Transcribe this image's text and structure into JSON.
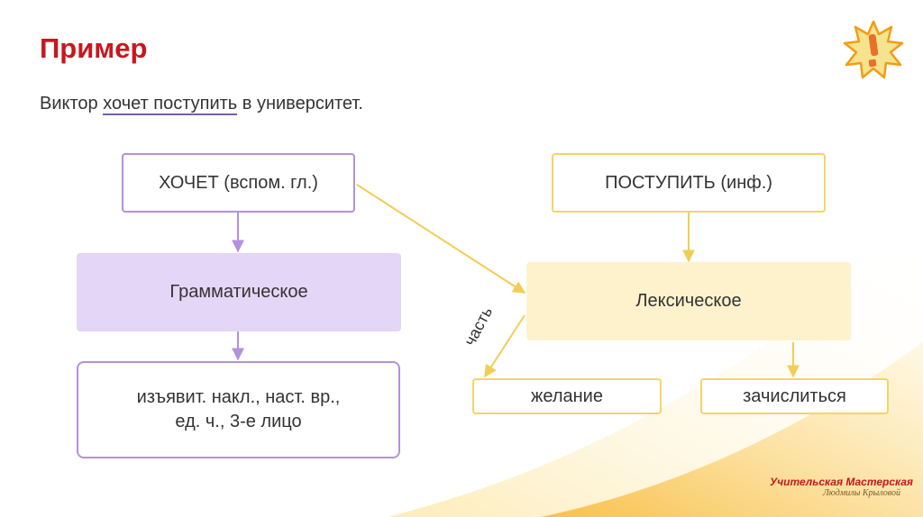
{
  "slide": {
    "title": "Пример",
    "sentence": {
      "part1": "Виктор ",
      "underlined": "хочет поступить",
      "part2": " в университет."
    }
  },
  "nodes": {
    "hochet": "ХОЧЕТ (вспом. гл.)",
    "postupit": "ПОСТУПИТЬ (инф.)",
    "grammatical": "Грамматическое",
    "lexical": "Лексическое",
    "features_line1": "изъявит. накл., наст. вр.,",
    "features_line2": "ед. ч., 3-е лицо",
    "zhelanie": "желание",
    "zachislitsya": "зачислиться"
  },
  "edge_label": "часть",
  "logo": {
    "main": "Учительская Мастерская",
    "sub": "Людмилы Крыловой"
  },
  "colors": {
    "title": "#c8171d",
    "purple_border": "#b391dd",
    "purple_fill": "#e4d6f7",
    "yellow_border": "#f5d36a",
    "yellow_fill": "#fdf2cc",
    "arrow_purple": "#b391dd",
    "arrow_yellow": "#f2cd55"
  },
  "icons": {
    "badge": "exclamation-starburst-icon"
  }
}
